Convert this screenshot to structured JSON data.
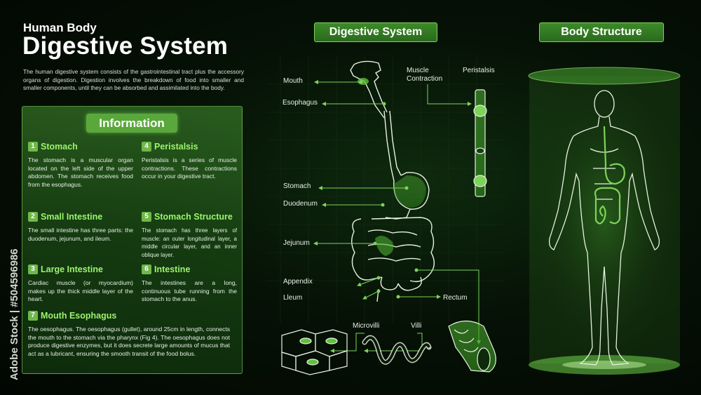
{
  "header": {
    "subtitle": "Human Body",
    "title": "Digestive System",
    "intro": "The human digestive system consists of the gastrointestinal tract plus the accessory organs of digestion. Digestion involves the breakdown of food into smaller and smaller components, until they can be absorbed and assimilated into the body."
  },
  "info": {
    "title": "Information",
    "items": [
      {
        "num": "1",
        "title": "Stomach",
        "desc": "The stomach is a muscular organ located on the left side of the upper abdomen. The stomach receives food from the esophagus."
      },
      {
        "num": "2",
        "title": "Small Intestine",
        "desc": "The small intestine has three parts: the duodenum, jejunum, and ileum."
      },
      {
        "num": "3",
        "title": "Large Intestine",
        "desc": "Cardiac muscle (or myocardium) makes up the thick middle layer of the heart."
      },
      {
        "num": "4",
        "title": "Peristalsis",
        "desc": "Peristalsis is a series of muscle contractions. These contractions occur in your digestive tract."
      },
      {
        "num": "5",
        "title": "Stomach Structure",
        "desc": "The stomach has three layers of muscle: an outer longitudinal layer, a middle circular layer, and an inner oblique layer."
      },
      {
        "num": "6",
        "title": "Intestine",
        "desc": "The intestines are a long, continuous tube running from the stomach to the anus."
      },
      {
        "num": "7",
        "title": "Mouth Esophagus",
        "desc": "The oesophagus. The oesophagus (gullet), around 25cm in length, connects the mouth to the stomach via the pharynx (Fig 4). The oesophagus does not produce digestive enzymes, but it does secrete large amounts of mucus that act as a lubricant, ensuring the smooth transit of the food bolus."
      }
    ]
  },
  "sections": {
    "digestive": "Digestive System",
    "body": "Body Structure"
  },
  "labels": {
    "mouth": "Mouth",
    "esophagus": "Esophagus",
    "stomach": "Stomach",
    "duodenum": "Duodenum",
    "jejunum": "Jejunum",
    "appendix": "Appendix",
    "ileum": "Lleum",
    "rectum": "Rectum",
    "muscle_contraction": "Muscle\nContraction",
    "peristalsis": "Peristalsis",
    "microvilli": "Microvilli",
    "villi": "Villi"
  },
  "watermark": "Adobe Stock | #504596986",
  "colors": {
    "accent": "#7ed35a",
    "item_title": "#9cf46e",
    "background": "#061206"
  }
}
